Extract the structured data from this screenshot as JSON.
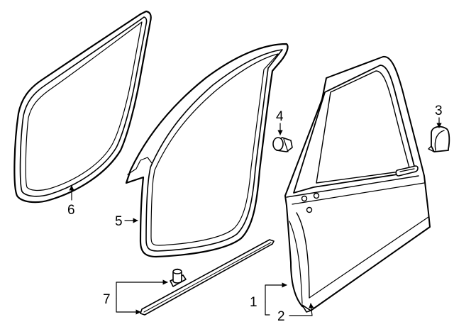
{
  "diagram": {
    "callouts": [
      {
        "id": "1",
        "label": "1"
      },
      {
        "id": "2",
        "label": "2"
      },
      {
        "id": "3",
        "label": "3"
      },
      {
        "id": "4",
        "label": "4"
      },
      {
        "id": "5",
        "label": "5"
      },
      {
        "id": "6",
        "label": "6"
      },
      {
        "id": "7",
        "label": "7"
      }
    ],
    "line_color": "#000000",
    "background": "#ffffff"
  }
}
